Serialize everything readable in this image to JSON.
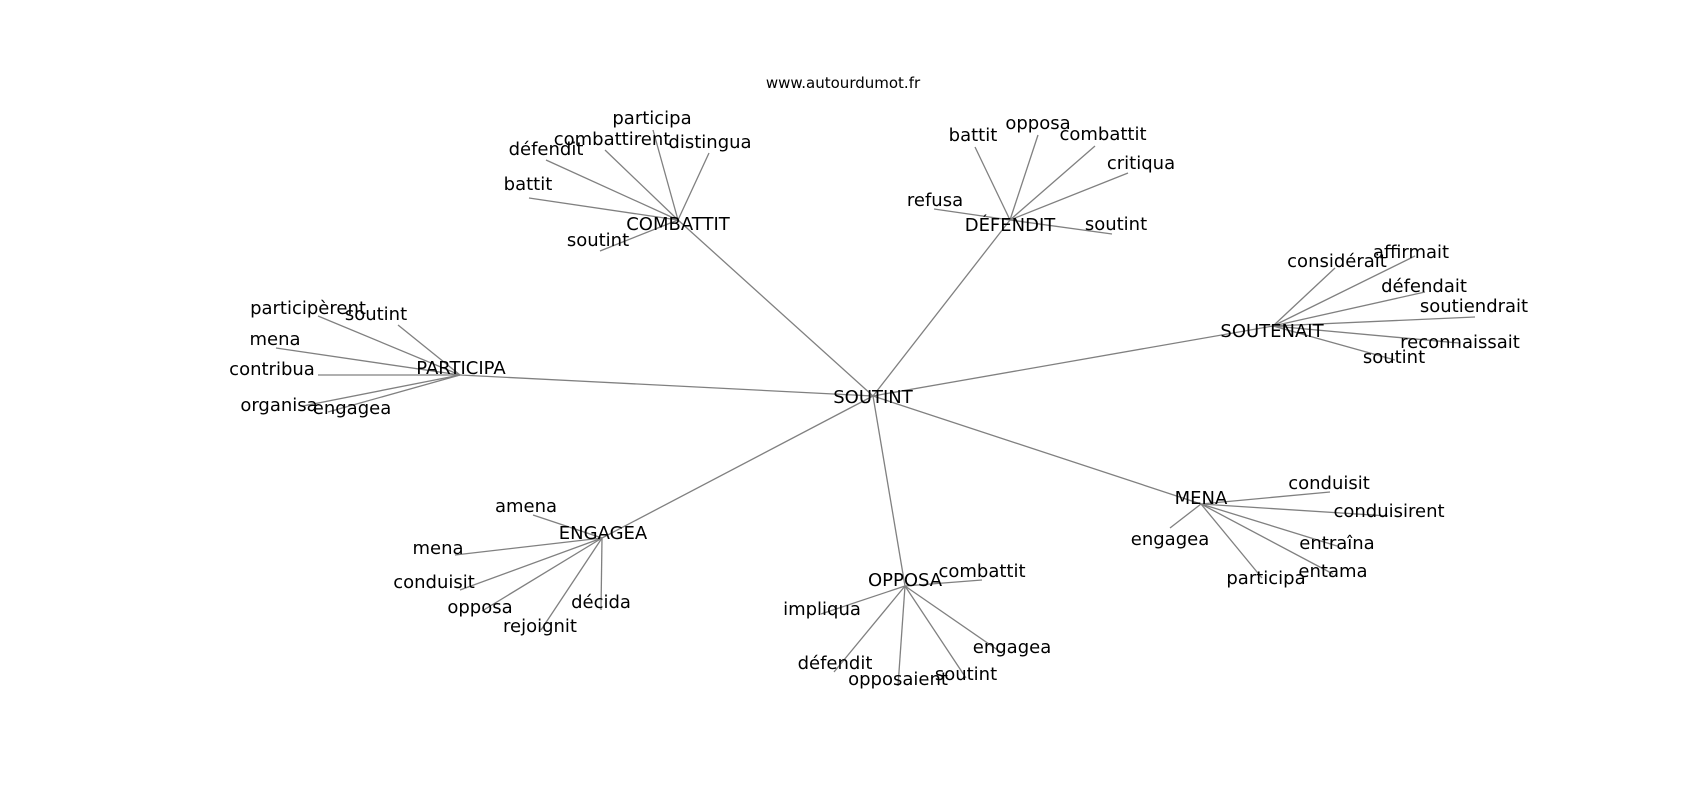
{
  "site": "www.autourdumot.fr",
  "graph": {
    "center": "SOUTINT",
    "clusters": [
      {
        "word": "COMBATTIT",
        "neighbors": [
          "participa",
          "combattirent",
          "distingua",
          "défendit",
          "battit",
          "soutint"
        ]
      },
      {
        "word": "DÉFENDIT",
        "neighbors": [
          "battit",
          "opposa",
          "combattit",
          "critiqua",
          "refusa",
          "soutint"
        ]
      },
      {
        "word": "SOUTENAIT",
        "neighbors": [
          "considérait",
          "affirmait",
          "défendait",
          "soutiendrait",
          "reconnaissait",
          "soutint"
        ]
      },
      {
        "word": "PARTICIPA",
        "neighbors": [
          "participèrent",
          "soutint",
          "mena",
          "contribua",
          "organisa",
          "engagea"
        ]
      },
      {
        "word": "MENA",
        "neighbors": [
          "conduisit",
          "conduisirent",
          "engagea",
          "entraîna",
          "entama",
          "participa"
        ]
      },
      {
        "word": "ENGAGEA",
        "neighbors": [
          "amena",
          "mena",
          "conduisit",
          "opposa",
          "décida",
          "rejoignit"
        ]
      },
      {
        "word": "OPPOSA",
        "neighbors": [
          "combattit",
          "impliqua",
          "engagea",
          "défendit",
          "soutint",
          "opposaient"
        ]
      }
    ]
  }
}
